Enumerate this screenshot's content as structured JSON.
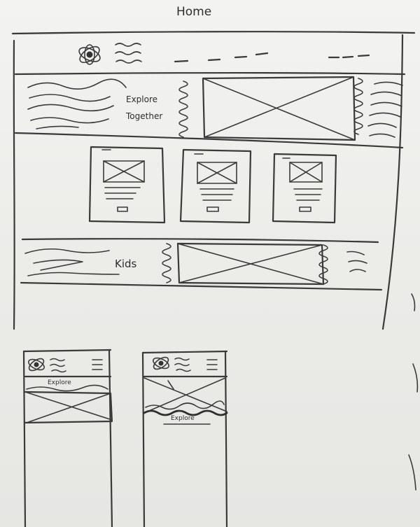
{
  "sketch": {
    "page_heading": "Home",
    "hero": {
      "line1": "Explore",
      "line2": "Together"
    },
    "kids_banner": {
      "label": "Kids"
    },
    "mobile_one": {
      "banner_label": "Explore"
    },
    "mobile_two": {
      "banner_label": "Explore"
    }
  },
  "colors": {
    "ink": "#3a3a3a",
    "paper": "#f1f1ef"
  }
}
